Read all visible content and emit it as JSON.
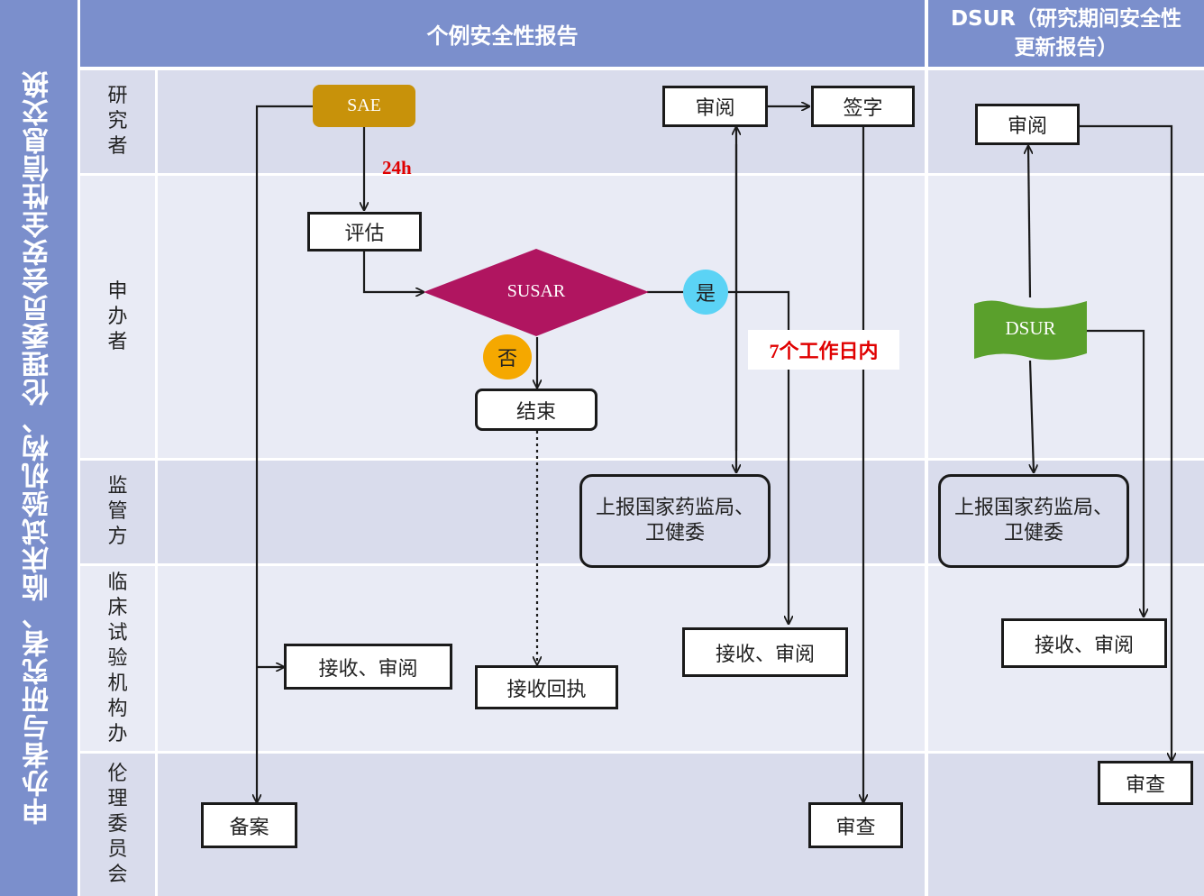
{
  "title": "申办者与研究者、临床试验机构、伦理委员会安全性信息交换",
  "columns": {
    "individual": "个例安全性报告",
    "dsur": "DSUR（研究期间安全性更新报告）"
  },
  "rows": {
    "researcher": "研究者",
    "sponsor": "申办者",
    "regulator": "监管方",
    "institution": "临床试验机构办",
    "ethics": "伦理委员会"
  },
  "nodes": {
    "sae": "SAE",
    "timing_24h": "24h",
    "assess": "评估",
    "susar": "SUSAR",
    "yes": "是",
    "no": "否",
    "end": "结束",
    "review_top": "审阅",
    "sign": "签字",
    "report_regulator_1": "上报国家药监局、卫健委",
    "seven_days": "7个工作日内",
    "receive_review_1": "接收、审阅",
    "receive_receipt": "接收回执",
    "receive_review_2": "接收、审阅",
    "file": "备案",
    "ethics_review_1": "审查",
    "dsur_review": "审阅",
    "dsur_doc": "DSUR",
    "report_regulator_2": "上报国家药监局、卫健委",
    "receive_review_3": "接收、审阅",
    "ethics_review_2": "审查"
  },
  "colors": {
    "header": "#7b8fcc",
    "band_dark": "#d9dcec",
    "band_light": "#e9ebf5",
    "sae": "#c8920a",
    "susar": "#b01560",
    "yes_circle": "#5bd3f5",
    "no_circle": "#f5a800",
    "dsur_doc": "#5aa02c",
    "red_text": "#e00000"
  }
}
